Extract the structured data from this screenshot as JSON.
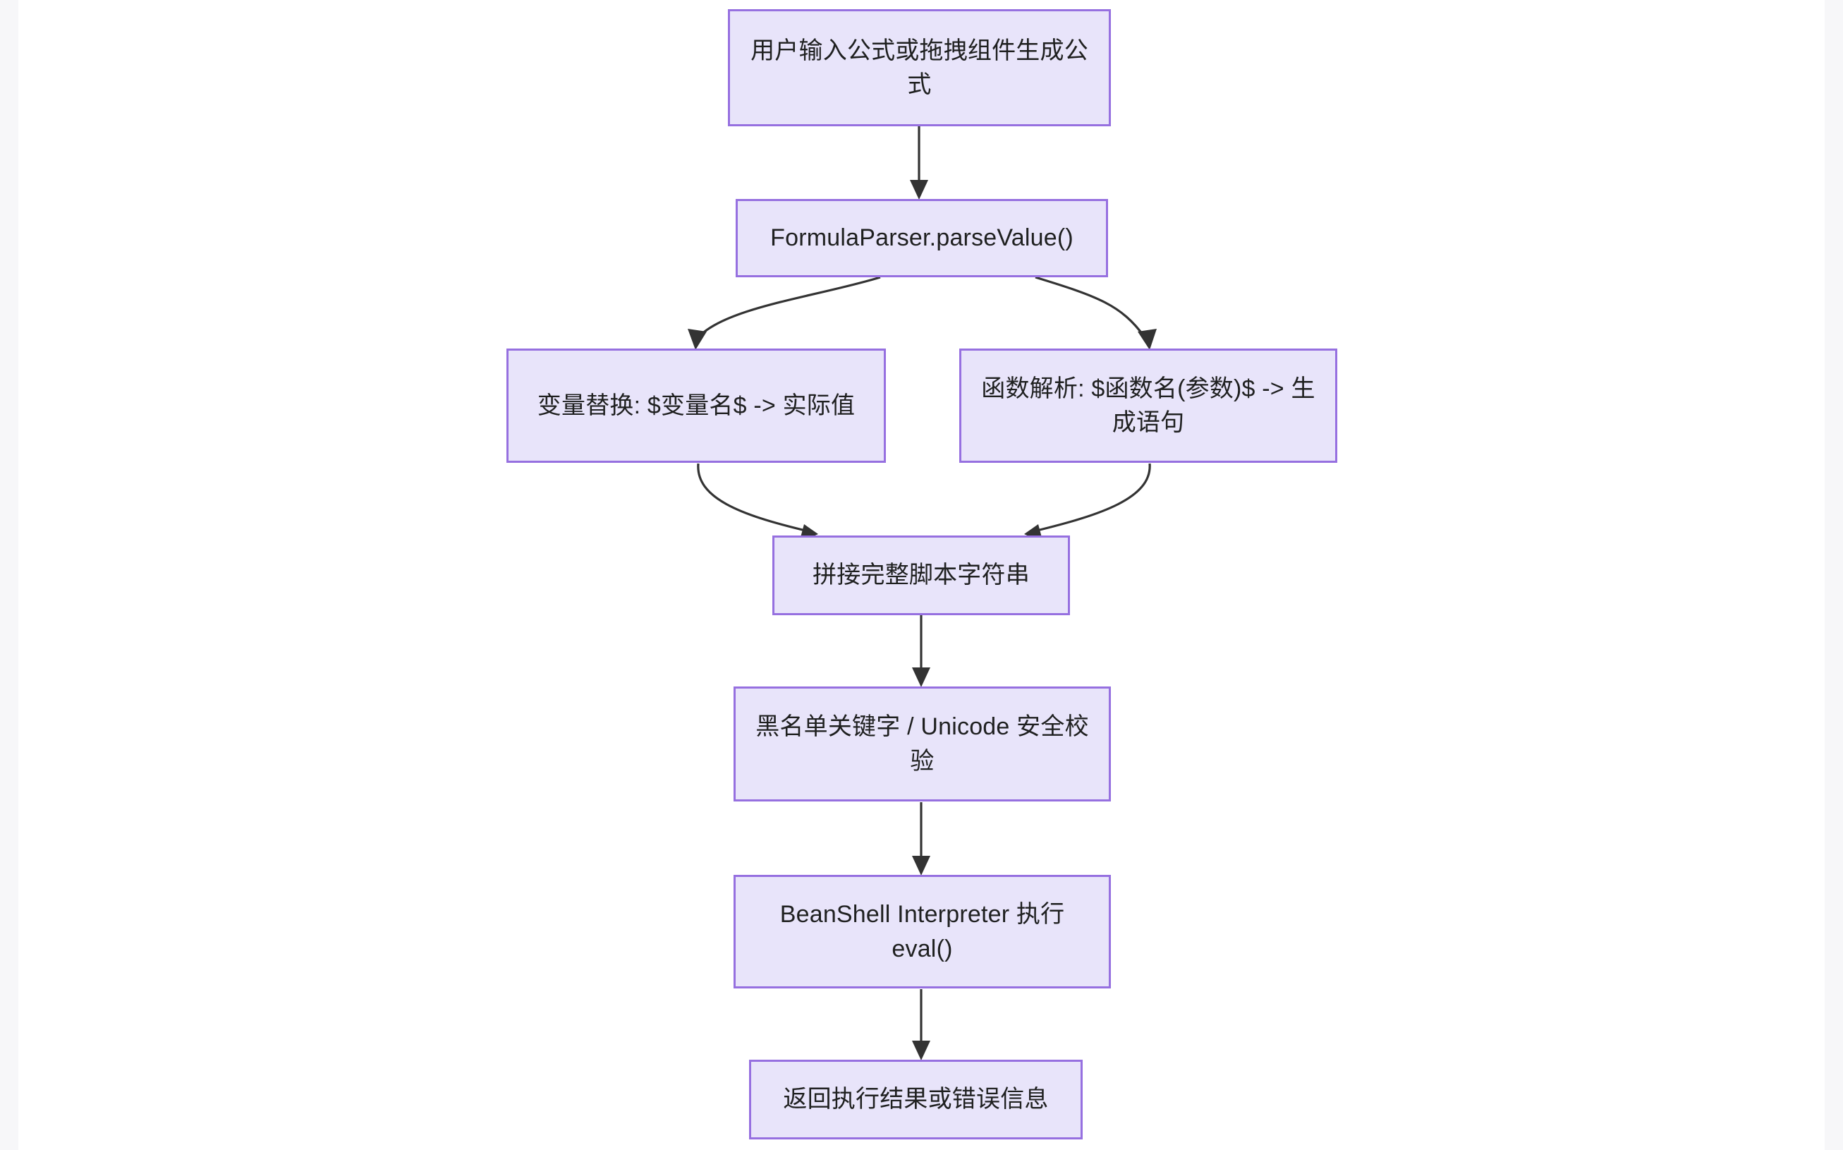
{
  "diagram": {
    "type": "flowchart",
    "direction": "top-down",
    "theme": {
      "node_fill": "#e8e4fa",
      "node_border": "#9670e0",
      "node_text": "#1f2020",
      "edge_stroke": "#333333",
      "background": "#ffffff"
    },
    "nodes": [
      {
        "id": "input",
        "label": "用户输入公式或拖拽组件生成公式",
        "shape": "rect"
      },
      {
        "id": "parser",
        "label": "FormulaParser.parseValue()",
        "shape": "rect"
      },
      {
        "id": "variable",
        "label": "变量替换: $变量名$ -> 实际值",
        "shape": "rect"
      },
      {
        "id": "function",
        "label": "函数解析: $函数名(参数)$ -> 生成语句",
        "shape": "rect"
      },
      {
        "id": "concat",
        "label": "拼接完整脚本字符串",
        "shape": "rect"
      },
      {
        "id": "security",
        "label": "黑名单关键字 / Unicode 安全校验",
        "shape": "rect"
      },
      {
        "id": "beanshell",
        "label": "BeanShell Interpreter 执行 eval()",
        "shape": "rect"
      },
      {
        "id": "result",
        "label": "返回执行结果或错误信息",
        "shape": "rect"
      }
    ],
    "edges": [
      {
        "from": "input",
        "to": "parser",
        "style": "straight",
        "arrow": "end",
        "label": ""
      },
      {
        "from": "parser",
        "to": "variable",
        "style": "curved",
        "arrow": "end",
        "label": ""
      },
      {
        "from": "parser",
        "to": "function",
        "style": "curved",
        "arrow": "end",
        "label": ""
      },
      {
        "from": "variable",
        "to": "concat",
        "style": "curved",
        "arrow": "end",
        "label": ""
      },
      {
        "from": "function",
        "to": "concat",
        "style": "curved",
        "arrow": "end",
        "label": ""
      },
      {
        "from": "concat",
        "to": "security",
        "style": "straight",
        "arrow": "end",
        "label": ""
      },
      {
        "from": "security",
        "to": "beanshell",
        "style": "straight",
        "arrow": "end",
        "label": ""
      },
      {
        "from": "beanshell",
        "to": "result",
        "style": "straight",
        "arrow": "end",
        "label": ""
      }
    ]
  }
}
